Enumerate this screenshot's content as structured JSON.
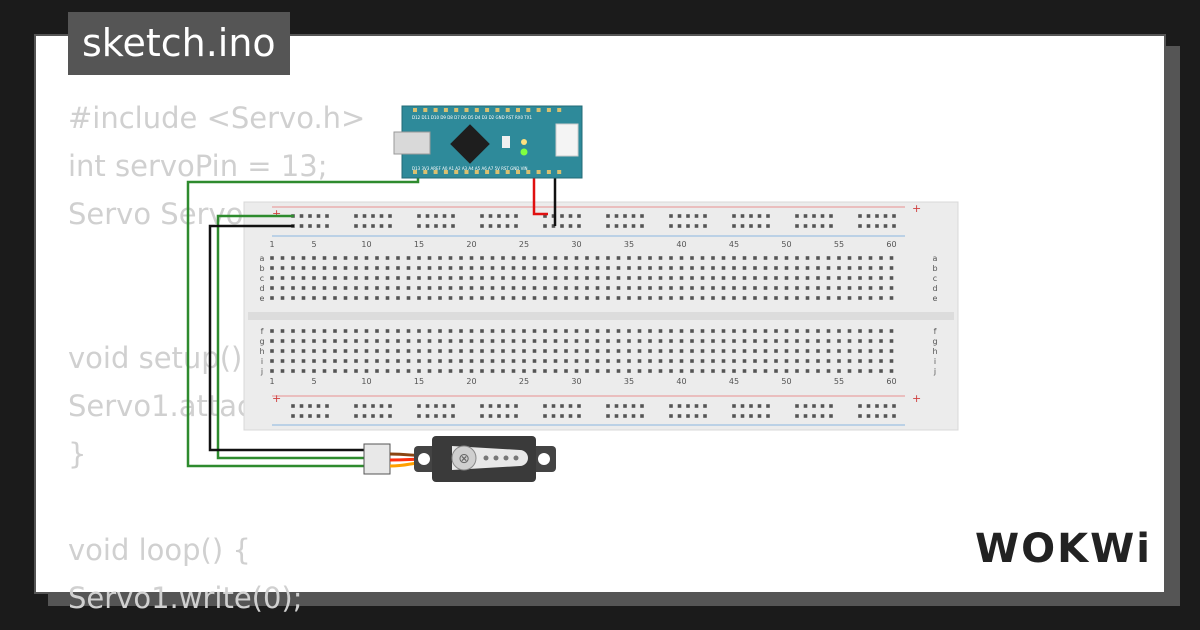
{
  "tab": {
    "label": "sketch.ino"
  },
  "code_lines": [
    "#include <Servo.h>",
    "int servoPin = 13;",
    "Servo Servo",
    "",
    "",
    "void setup()",
    "Servo1.attac",
    "}",
    "",
    "void loop() {",
    "Servo1.write(0);"
  ],
  "logo": {
    "text": "WOKWi"
  },
  "breadboard": {
    "column_numbers": [
      "1",
      "5",
      "10",
      "15",
      "20",
      "25",
      "30",
      "35",
      "40",
      "45",
      "50",
      "55",
      "60"
    ],
    "rows_top": [
      "a",
      "b",
      "c",
      "d",
      "e"
    ],
    "rows_bottom": [
      "f",
      "g",
      "h",
      "i",
      "j"
    ],
    "rail_plus": "+",
    "rail_minus": "-"
  },
  "arduino": {
    "pin_labels_top": "D12 D11 D10 D9 D8 D7 D6 D5 D4 D3 D2 GND RST RX0 TX1",
    "pin_labels_bottom": "D13 3V3 AREF A0 A1 A2 A3 A4 A5 A6 A7 5V RST GND VIN"
  },
  "colors": {
    "background": "#1b1b1b",
    "panel": "#ffffff",
    "tab": "#555555",
    "code_text": "#d0d0d0",
    "wire_green": "#2e8b2e",
    "wire_black": "#111111",
    "wire_red": "#e01010",
    "board_teal": "#2e8a9a"
  }
}
